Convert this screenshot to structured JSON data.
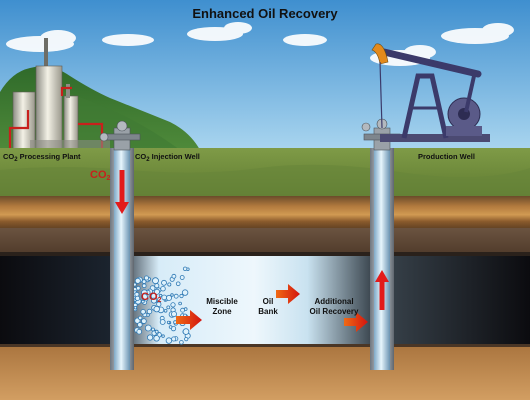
{
  "title": "Enhanced Oil Recovery",
  "labels": {
    "processing_plant": {
      "prefix": "CO",
      "sub": "2",
      "suffix": " Processing Plant"
    },
    "injection_well": {
      "prefix": "CO",
      "sub": "2",
      "suffix": " Injection Well"
    },
    "production_well": "Production Well",
    "co2_pipe": {
      "prefix": "CO",
      "sub": "2"
    },
    "co2_zone": {
      "prefix": "CO",
      "sub": "2"
    },
    "miscible_zone": [
      "Miscible",
      "Zone"
    ],
    "oil_bank": [
      "Oil",
      "Bank"
    ],
    "additional_recovery": [
      "Additional",
      "Oil Recovery"
    ]
  },
  "colors": {
    "sky": "#5aa6d8",
    "grass": "#6f8c3c",
    "dirt": "#8a5a2c",
    "reservoir_dark": "#0c0c10",
    "co2_label": "#c8201c",
    "arrow_red": "#e21b1b",
    "pipe_blue": "#bfe1f4",
    "pump_jack": "#3b3a6a"
  },
  "icons": [
    "processing-plant-icon",
    "pump-jack-icon",
    "wellhead-valve-icon",
    "flow-arrow-icon",
    "co2-bubble-icon"
  ]
}
